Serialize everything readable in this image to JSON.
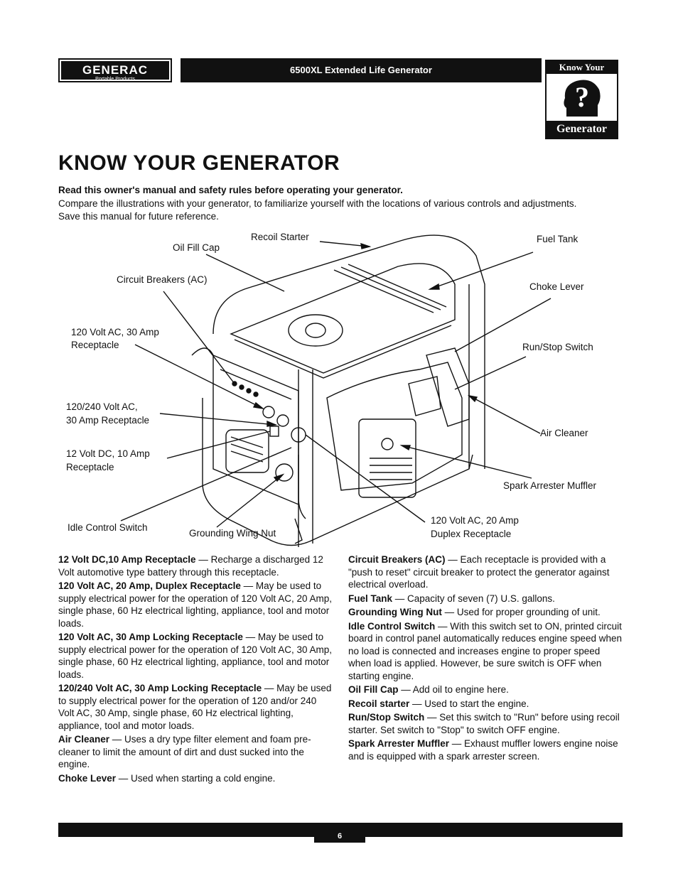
{
  "header": {
    "logo_text": "GENERAC",
    "logo_sub": "Portable Products",
    "title": "6500XL Extended Life Generator",
    "badge_top": "Know Your",
    "badge_bottom": "Generator",
    "badge_icon": "head-question-mark-icon"
  },
  "page": {
    "title": "KNOW YOUR GENERATOR",
    "intro_bold": "Read this owner's manual and safety rules before operating your generator.",
    "intro_text": "Compare the illustrations with your generator, to familiarize yourself with the locations of various controls and adjustments. Save this manual for future reference."
  },
  "diagram": {
    "labels": {
      "recoil_starter": "Recoil Starter",
      "oil_fill_cap": "Oil Fill Cap",
      "fuel_tank": "Fuel Tank",
      "circuit_breakers": "Circuit Breakers (AC)",
      "choke_lever": "Choke Lever",
      "recept_120_30_a": "120 Volt AC, 30 Amp",
      "recept_120_30_b": "Receptacle",
      "run_stop_switch": "Run/Stop Switch",
      "recept_120240_a": "120/240 Volt AC,",
      "recept_120240_b": "30 Amp Receptacle",
      "air_cleaner": "Air Cleaner",
      "recept_12v_a": "12 Volt DC, 10 Amp",
      "recept_12v_b": "Receptacle",
      "spark_arrester": "Spark Arrester Muffler",
      "idle_control": "Idle Control Switch",
      "grounding_nut": "Grounding Wing Nut",
      "duplex_a": "120 Volt AC, 20 Amp",
      "duplex_b": "Duplex Receptacle"
    }
  },
  "descriptions_left": [
    {
      "term": "12 Volt DC,10 Amp Receptacle",
      "text": " — Recharge a discharged 12 Volt automotive type battery through this receptacle."
    },
    {
      "term": "120 Volt AC, 20 Amp, Duplex Receptacle",
      "text": " — May be used to supply electrical power for the operation of 120 Volt AC, 20 Amp, single phase, 60 Hz electrical lighting, appliance, tool and motor loads."
    },
    {
      "term": "120 Volt AC, 30 Amp Locking Receptacle",
      "text": " — May be used to supply electrical power for the operation of 120 Volt AC, 30 Amp, single phase, 60 Hz electrical lighting, appliance, tool and motor loads."
    },
    {
      "term": "120/240 Volt AC, 30 Amp Locking Receptacle",
      "text": " — May be used to supply electrical power for the operation of 120 and/or 240 Volt AC, 30 Amp, single phase, 60 Hz electrical lighting, appliance, tool and motor loads."
    },
    {
      "term": "Air Cleaner",
      "text": " — Uses a dry type filter element and foam pre-cleaner to limit the amount of dirt and dust sucked into the engine."
    },
    {
      "term": "Choke Lever",
      "text": " — Used when starting a cold engine."
    }
  ],
  "descriptions_right": [
    {
      "term": "Circuit Breakers (AC)",
      "text": " — Each receptacle is provided with a \"push to reset\" circuit breaker to protect the generator against electrical overload."
    },
    {
      "term": "Fuel Tank",
      "text": " — Capacity of seven (7) U.S. gallons."
    },
    {
      "term": "Grounding Wing Nut",
      "text": " — Used for proper grounding of unit."
    },
    {
      "term": "Idle Control Switch",
      "text": " — With this switch set to ON, printed circuit board in control panel automatically reduces engine speed when no load is connected and increases engine to proper speed when load is applied. However, be sure switch is OFF when starting engine."
    },
    {
      "term": "Oil Fill Cap",
      "text": " — Add oil to engine here."
    },
    {
      "term": "Recoil starter",
      "text": " — Used to start the engine."
    },
    {
      "term": "Run/Stop Switch",
      "text": " — Set this switch to \"Run\" before using recoil starter. Set switch to \"Stop\" to switch OFF engine."
    },
    {
      "term": "Spark Arrester Muffler",
      "text": " — Exhaust muffler lowers engine noise and is equipped with a spark arrester screen."
    }
  ],
  "footer": {
    "page_number": "6"
  }
}
